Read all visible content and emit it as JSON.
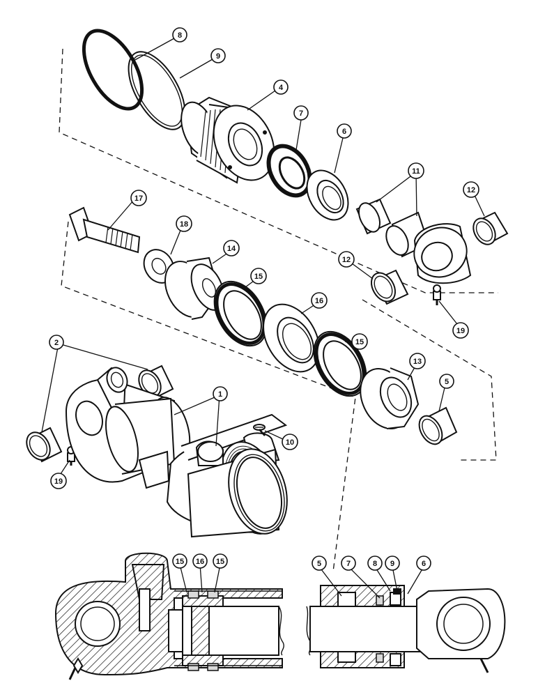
{
  "title": "",
  "callouts": {
    "c1": "1",
    "c2": "2",
    "c4": "4",
    "c5": "5",
    "c6": "6",
    "c7": "7",
    "c8": "8",
    "c9": "9",
    "c10": "10",
    "c11": "11",
    "c12": "12",
    "c13": "13",
    "c14": "14",
    "c15": "15",
    "c16": "16",
    "c17": "17",
    "c18": "18",
    "c19": "19"
  },
  "section_callouts": {
    "c15a": "15",
    "c16": "16",
    "c15b": "15",
    "c5": "5",
    "c7": "7",
    "c8": "8",
    "c9": "9",
    "c6": "6"
  },
  "diagram_type": "exploded parts view of hydraulic cylinder with sectional assembly view"
}
